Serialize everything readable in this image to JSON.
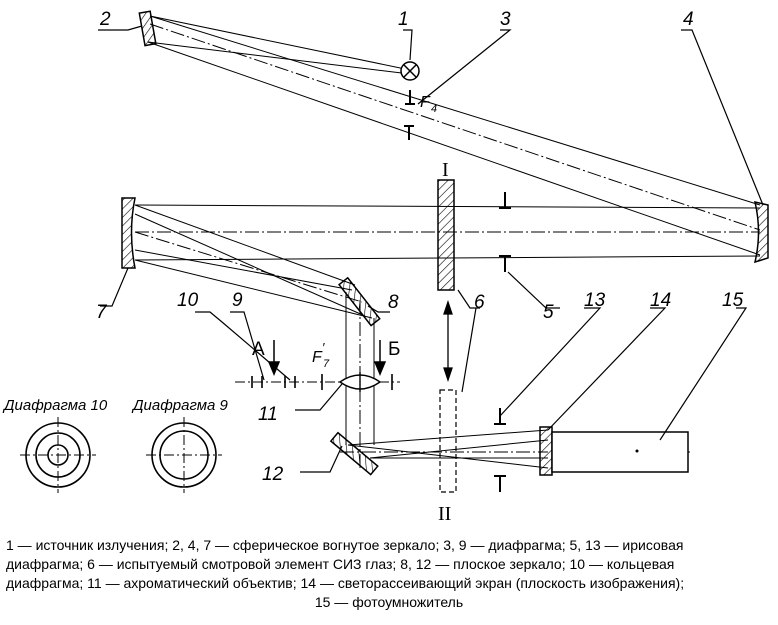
{
  "labels": {
    "n1": "1",
    "n2": "2",
    "n3": "3",
    "n4": "4",
    "n5": "5",
    "n6": "6",
    "n7": "7",
    "n8": "8",
    "n9": "9",
    "n10": "10",
    "n11": "11",
    "n12": "12",
    "n13": "13",
    "n14": "14",
    "n15": "15",
    "plane_top": "I",
    "plane_bottom": "II",
    "arrow_a": "А",
    "arrow_b": "Б",
    "f4": "F",
    "f4_sub": "4",
    "f7": "F",
    "f7_sub": "7",
    "f7_prime": "′"
  },
  "diaphragm_captions": {
    "d10": "Диафрагма 10",
    "d9": "Диафрагма 9"
  },
  "caption": {
    "l1": "1 — источник излучения; 2, 4, 7 — сферическое вогнутое зеркало; 3, 9 — диафрагма; 5, 13 — ирисовая",
    "l2": "диафрагма; 6 — испытуемый смотровой элемент СИЗ глаз; 8, 12 — плоское зеркало; 10 — кольцевая",
    "l3": "диафрагма; 11 — ахроматический объектив; 14 — светорассеивающий экран (плоскость изображения);",
    "l4": "15 — фотоумножитель"
  }
}
